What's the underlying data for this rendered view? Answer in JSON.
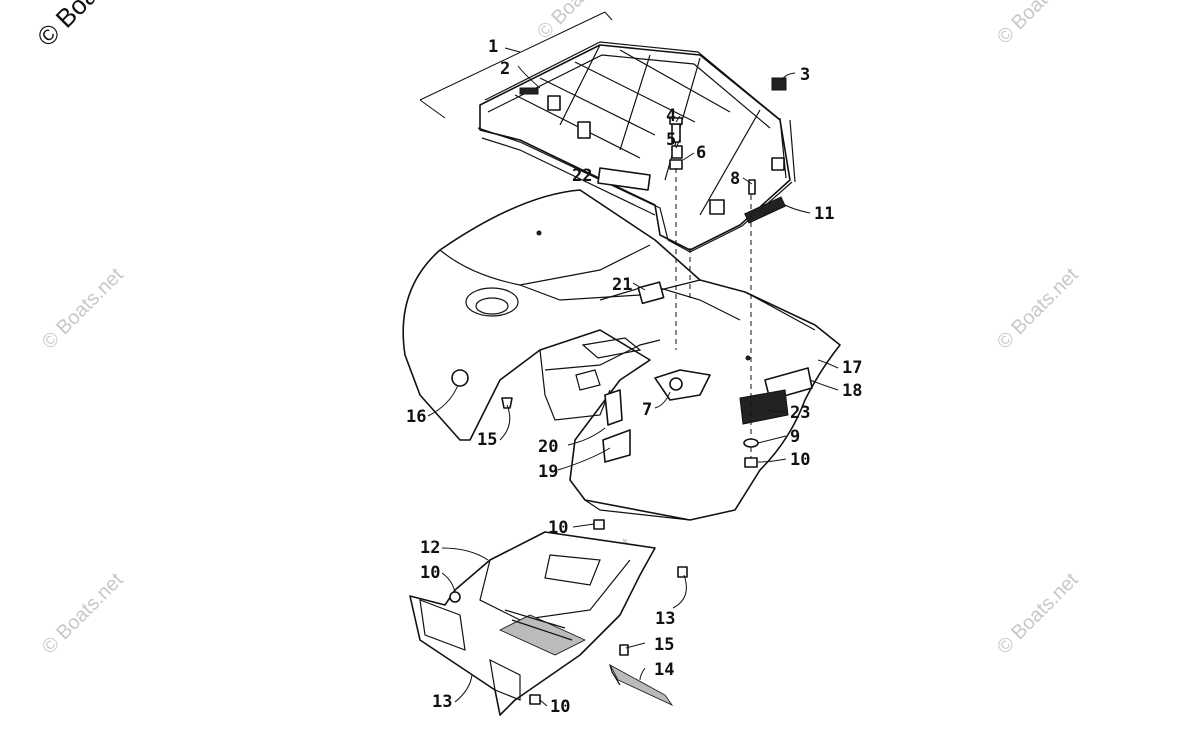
{
  "watermark": {
    "corner_text": "© Boats",
    "text": "© Boats.net"
  },
  "callouts": [
    {
      "id": "c1",
      "label": "1"
    },
    {
      "id": "c2",
      "label": "2"
    },
    {
      "id": "c3",
      "label": "3"
    },
    {
      "id": "c4",
      "label": "4"
    },
    {
      "id": "c5",
      "label": "5"
    },
    {
      "id": "c6",
      "label": "6"
    },
    {
      "id": "c7",
      "label": "7"
    },
    {
      "id": "c8",
      "label": "8"
    },
    {
      "id": "c9",
      "label": "9"
    },
    {
      "id": "c10a",
      "label": "10"
    },
    {
      "id": "c10b",
      "label": "10"
    },
    {
      "id": "c10c",
      "label": "10"
    },
    {
      "id": "c10d",
      "label": "10"
    },
    {
      "id": "c11",
      "label": "11"
    },
    {
      "id": "c12",
      "label": "12"
    },
    {
      "id": "c13a",
      "label": "13"
    },
    {
      "id": "c13b",
      "label": "13"
    },
    {
      "id": "c14",
      "label": "14"
    },
    {
      "id": "c15a",
      "label": "15"
    },
    {
      "id": "c15b",
      "label": "15"
    },
    {
      "id": "c16",
      "label": "16"
    },
    {
      "id": "c17",
      "label": "17"
    },
    {
      "id": "c18",
      "label": "18"
    },
    {
      "id": "c19",
      "label": "19"
    },
    {
      "id": "c20",
      "label": "20"
    },
    {
      "id": "c21",
      "label": "21"
    },
    {
      "id": "c22",
      "label": "22"
    },
    {
      "id": "c23",
      "label": "23"
    }
  ]
}
